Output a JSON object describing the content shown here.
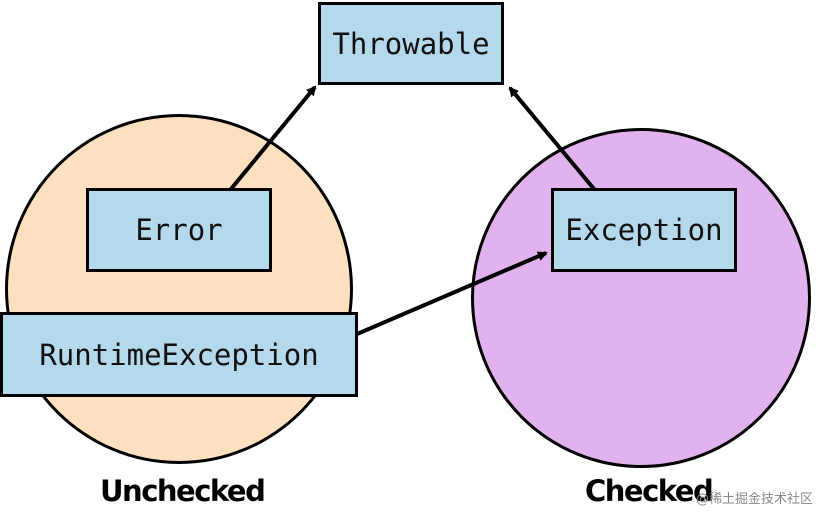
{
  "diagram": {
    "nodes": {
      "throwable": "Throwable",
      "error": "Error",
      "exception": "Exception",
      "runtime_exception": "RuntimeException"
    },
    "groups": {
      "unchecked": {
        "label": "Unchecked",
        "color": "#fde0c0"
      },
      "checked": {
        "label": "Checked",
        "color": "#e2b2ee"
      }
    },
    "node_color": "#b4d8ec",
    "edges": [
      {
        "from": "Error",
        "to": "Throwable"
      },
      {
        "from": "Exception",
        "to": "Throwable"
      },
      {
        "from": "RuntimeException",
        "to": "Exception"
      }
    ]
  },
  "watermark": "@稀土掘金技术社区"
}
